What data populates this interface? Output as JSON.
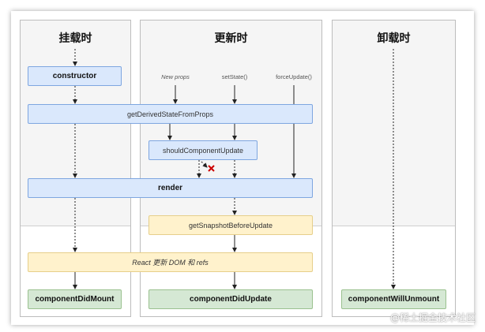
{
  "phases": {
    "mount": "挂载时",
    "update": "更新时",
    "unmount": "卸载时"
  },
  "triggers": {
    "new_props": "New props",
    "set_state": "setState()",
    "force_update": "forceUpdate()"
  },
  "nodes": {
    "constructor": "constructor",
    "get_derived_state": "getDerivedStateFromProps",
    "should_update": "shouldComponentUpdate",
    "render": "render",
    "snapshot": "getSnapshotBeforeUpdate",
    "react_update": "React 更新 DOM 和 refs",
    "did_mount": "componentDidMount",
    "did_update": "componentDidUpdate",
    "will_unmount": "componentWillUnmount"
  },
  "watermark": "@稀土掘金技术社区",
  "colors": {
    "blue_box": "#dae8fc",
    "yellow_box": "#fff2cc",
    "green_box": "#d5e8d4",
    "cancel_mark": "#cc0000"
  }
}
